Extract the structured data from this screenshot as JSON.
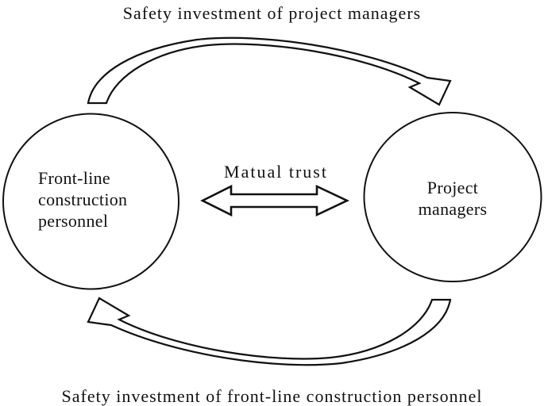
{
  "figure": {
    "colors": {
      "background": "#ffffff",
      "ink": "#111111"
    },
    "top_flow": {
      "label": "Safety investment of project managers",
      "direction": "left-to-right"
    },
    "bottom_flow": {
      "label": "Safety investment of front-line construction personnel",
      "direction": "right-to-left"
    },
    "mutual_link": {
      "label": "Matual trust",
      "direction": "bidirectional"
    },
    "nodes": {
      "left": {
        "lines": [
          "Front-line",
          "construction",
          "personnel"
        ]
      },
      "right": {
        "lines": [
          "Project",
          "managers"
        ]
      }
    }
  }
}
